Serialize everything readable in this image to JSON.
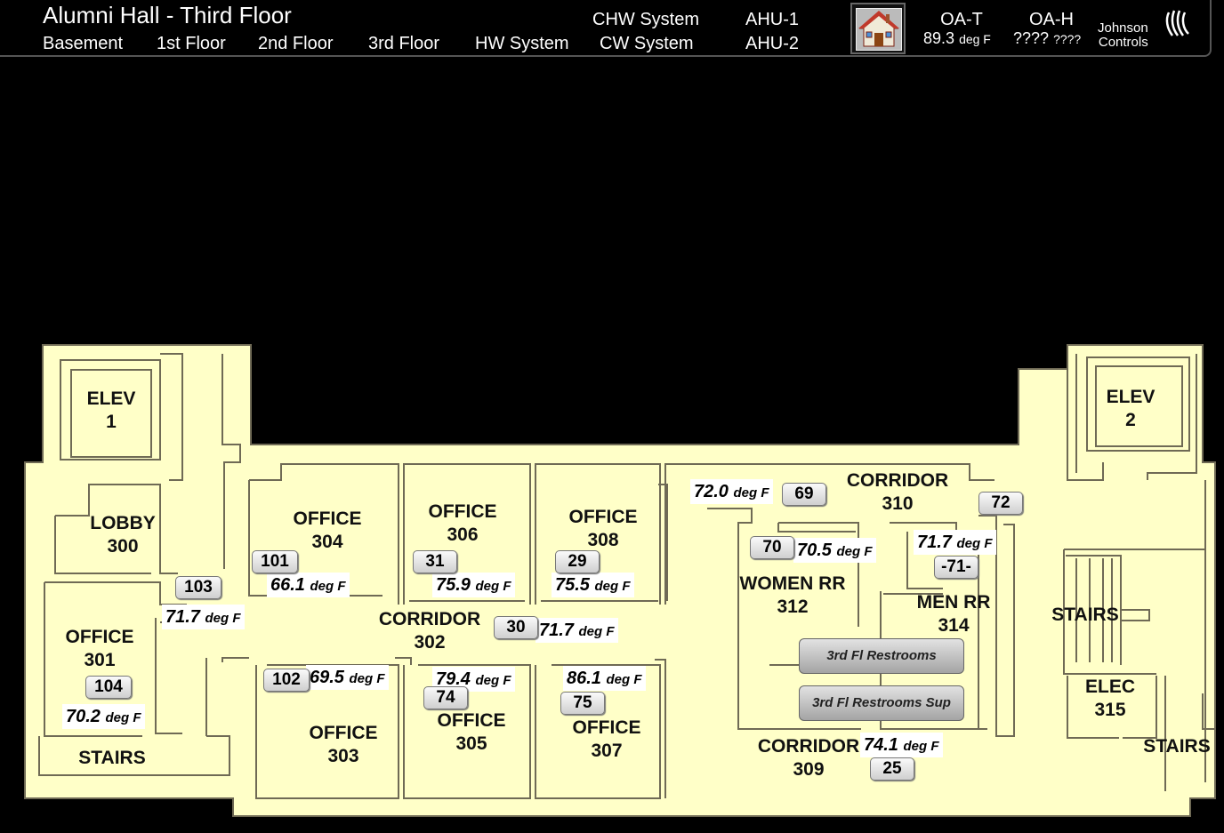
{
  "header": {
    "title": "Alumni Hall - Third Floor",
    "nav": {
      "basement": "Basement",
      "floor1": "1st Floor",
      "floor2": "2nd Floor",
      "floor3": "3rd Floor",
      "hw": "HW System",
      "chw": "CHW System",
      "cw": "CW System",
      "ahu1": "AHU-1",
      "ahu2": "AHU-2"
    },
    "oat_label": "OA-T",
    "oat_value": "89.3",
    "oat_unit": "deg F",
    "oah_label": "OA-H",
    "oah_value": "????",
    "oah_unit": "????",
    "logo_line1": "Johnson",
    "logo_line2": "Controls"
  },
  "colors": {
    "floor": "#ffffc8",
    "wall": "#777060",
    "background": "#000000"
  },
  "rooms": {
    "elev1_name": "ELEV",
    "elev1_num": "1",
    "lobby_name": "LOBBY",
    "lobby_num": "300",
    "o301_name": "OFFICE",
    "o301_num": "301",
    "stairs_left": "STAIRS",
    "o304_name": "OFFICE",
    "o304_num": "304",
    "o306_name": "OFFICE",
    "o306_num": "306",
    "o308_name": "OFFICE",
    "o308_num": "308",
    "c302_name": "CORRIDOR",
    "c302_num": "302",
    "o303_name": "OFFICE",
    "o303_num": "303",
    "o305_name": "OFFICE",
    "o305_num": "305",
    "o307_name": "OFFICE",
    "o307_num": "307",
    "c310_name": "CORRIDOR",
    "c310_num": "310",
    "wrr_name": "WOMEN RR",
    "wrr_num": "312",
    "mrr_name": "MEN RR",
    "mrr_num": "314",
    "c309_name": "CORRIDOR",
    "c309_num": "309",
    "elev2_name": "ELEV",
    "elev2_num": "2",
    "stairs_right": "STAIRS",
    "elec_name": "ELEC",
    "elec_num": "315",
    "stairs_br": "STAIRS"
  },
  "temps": {
    "t103": "71.7",
    "t304": "66.1",
    "t306": "75.9",
    "t308": "75.5",
    "t301": "70.2",
    "t302": "71.7",
    "t303": "69.5",
    "t305": "79.4",
    "t307": "86.1",
    "t310": "72.0",
    "t312": "70.5",
    "t314": "71.7",
    "t309": "74.1",
    "unit": "deg F"
  },
  "tags": {
    "b103": "103",
    "b101": "101",
    "b31": "31",
    "b29": "29",
    "b104": "104",
    "b30": "30",
    "b102": "102",
    "b74": "74",
    "b75": "75",
    "b69": "69",
    "b72": "72",
    "b70": "70",
    "b71": "-71-",
    "b25": "25"
  },
  "buttons": {
    "restrooms": "3rd Fl Restrooms",
    "restrooms_sup": "3rd Fl Restrooms Sup"
  },
  "icons": {
    "home": "home-icon",
    "logo": "johnson-controls-logo"
  }
}
